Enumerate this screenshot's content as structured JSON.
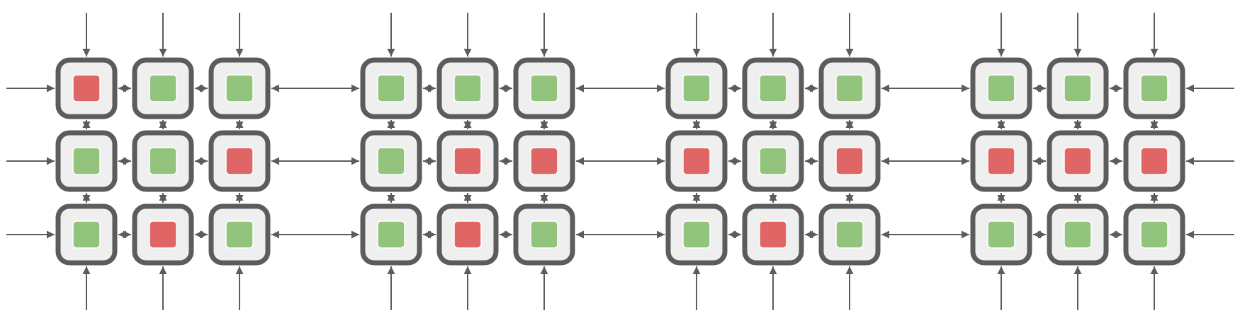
{
  "colors": {
    "background": "#ffffff",
    "cell_fill": "#efefef",
    "cell_border": "#5c5c5c",
    "arrow": "#5c5c5c",
    "state_green": "#93c47d",
    "state_red": "#e06666"
  },
  "panels": [
    {
      "grid": [
        [
          "red",
          "green",
          "green"
        ],
        [
          "green",
          "green",
          "red"
        ],
        [
          "green",
          "red",
          "green"
        ]
      ]
    },
    {
      "grid": [
        [
          "green",
          "green",
          "green"
        ],
        [
          "green",
          "red",
          "red"
        ],
        [
          "green",
          "red",
          "green"
        ]
      ]
    },
    {
      "grid": [
        [
          "green",
          "green",
          "green"
        ],
        [
          "red",
          "green",
          "red"
        ],
        [
          "green",
          "red",
          "green"
        ]
      ]
    },
    {
      "grid": [
        [
          "green",
          "green",
          "green"
        ],
        [
          "red",
          "red",
          "red"
        ],
        [
          "green",
          "green",
          "green"
        ]
      ]
    }
  ]
}
